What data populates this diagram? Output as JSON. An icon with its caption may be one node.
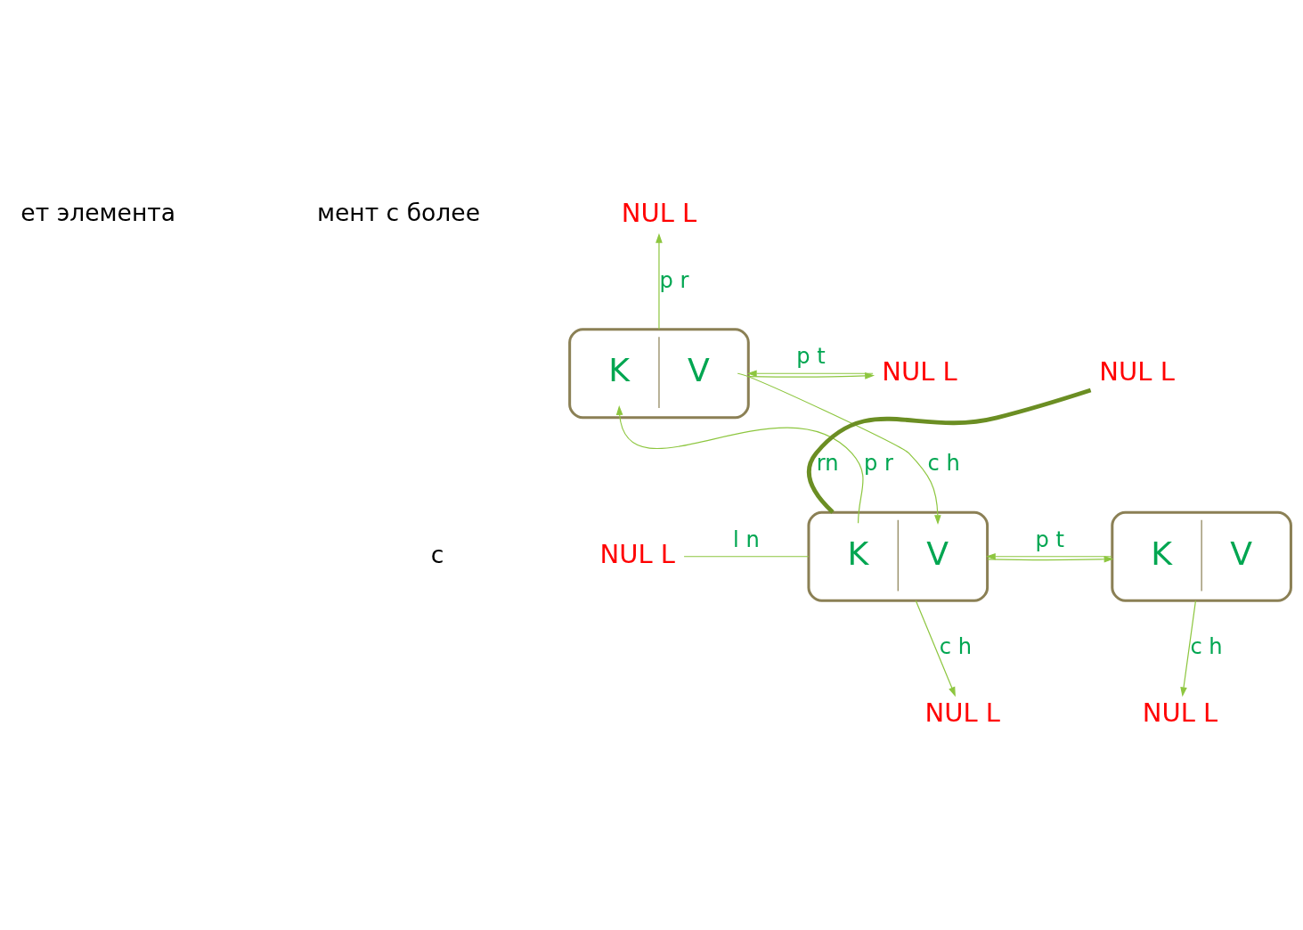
{
  "diagram": {
    "nodes": [
      {
        "text": [
          "NUL L"
        ]
      },
      {
        "text": [
          "K",
          "V"
        ]
      },
      {
        "text": [
          "NUL L"
        ]
      },
      {
        "text": [
          "NUL L"
        ]
      },
      {
        "text": [
          "K",
          "V"
        ]
      },
      {
        "text": [
          "NUL L"
        ]
      },
      {
        "text": [
          "K",
          "V"
        ]
      },
      {
        "text": [
          "NUL L"
        ]
      },
      {
        "text": [
          "NUL L"
        ]
      }
    ],
    "edges": [
      {
        "from": 1,
        "to": 0,
        "arrow": "to",
        "label": "p r"
      },
      {
        "from": 1,
        "to": 2,
        "arrow": "to"
      },
      {
        "from": 2,
        "to": 1,
        "arrow": "to",
        "label": "p t"
      },
      {
        "from": 4,
        "to": 1,
        "arrow": "to",
        "label": "p r"
      },
      {
        "from": 1,
        "to": 4,
        "arrow": "to",
        "label": "c h"
      },
      {
        "from": 4,
        "to": 3,
        "arrow": "none",
        "label": "l n"
      },
      {
        "from": 4,
        "to": 5,
        "arrow": "none",
        "label": "rn",
        "style": "thick",
        "color": "#6b8e23"
      },
      {
        "from": 4,
        "to": 6,
        "arrow": "to"
      },
      {
        "from": 6,
        "to": 4,
        "arrow": "to",
        "label": "p t"
      },
      {
        "from": 4,
        "to": 7,
        "arrow": "to",
        "label": "c h"
      },
      {
        "from": 6,
        "to": 8,
        "arrow": "to",
        "label": "c h"
      }
    ],
    "labels": [
      "ет элемента",
      "мент с более",
      "с"
    ]
  }
}
